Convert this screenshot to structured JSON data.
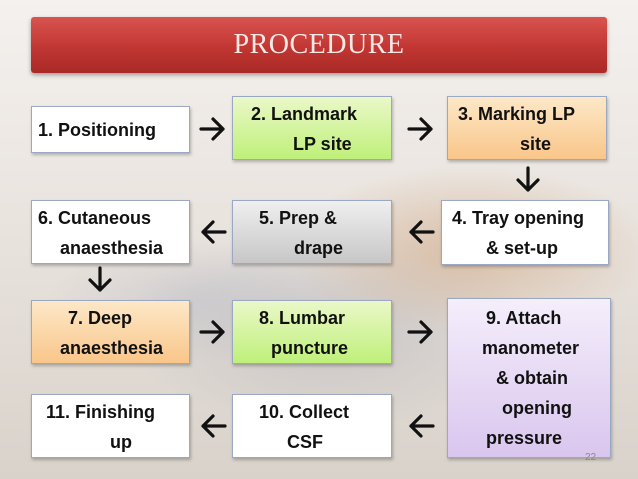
{
  "title": "PROCEDURE",
  "steps": [
    {
      "line1": "1. Positioning",
      "line2": ""
    },
    {
      "line1": "2. Landmark",
      "line2": "LP site"
    },
    {
      "line1": "3. Marking LP",
      "line2": "site"
    },
    {
      "line1": "4. Tray opening",
      "line2": "& set-up"
    },
    {
      "line1": "5. Prep &",
      "line2": "drape"
    },
    {
      "line1": "6. Cutaneous",
      "line2": "anaesthesia"
    },
    {
      "line1": "7. Deep",
      "line2": "anaesthesia"
    },
    {
      "line1": "8. Lumbar",
      "line2": "puncture"
    },
    {
      "line1": "9. Attach",
      "line2": "manometer",
      "line3": "& obtain",
      "line4": "opening",
      "line5": "pressure"
    },
    {
      "line1": "10. Collect",
      "line2": "CSF"
    },
    {
      "line1": "11. Finishing",
      "line2": "up"
    }
  ],
  "arrows": [
    "right-arrow-icon",
    "right-arrow-icon",
    "down-arrow-icon",
    "left-arrow-icon",
    "left-arrow-icon",
    "down-arrow-icon",
    "right-arrow-icon",
    "right-arrow-icon",
    "left-arrow-icon",
    "left-arrow-icon"
  ],
  "page_number": "22"
}
